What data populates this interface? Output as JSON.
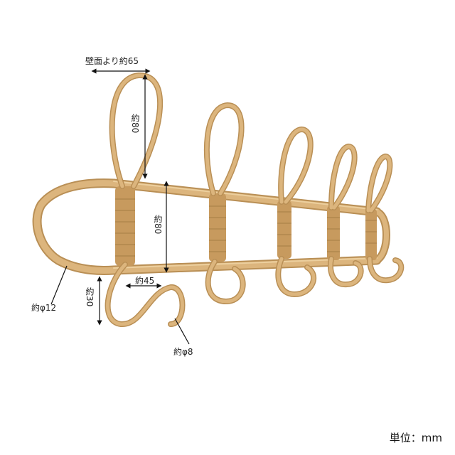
{
  "annotations": {
    "wall_depth": "壁面より約65",
    "hook_height": "約80",
    "rail_spacing": "約80",
    "hook_depth": "約45",
    "hook_drop": "約30",
    "frame_diameter": "約φ12",
    "hook_diameter": "約φ8"
  },
  "unit_label": "単位：mm",
  "colors": {
    "rattan": "#dcb57d",
    "rattan_shadow": "#b98f55",
    "rattan_highlight": "#f0d6a6",
    "binding": "#c79a5e",
    "dimension_line": "#111111"
  }
}
